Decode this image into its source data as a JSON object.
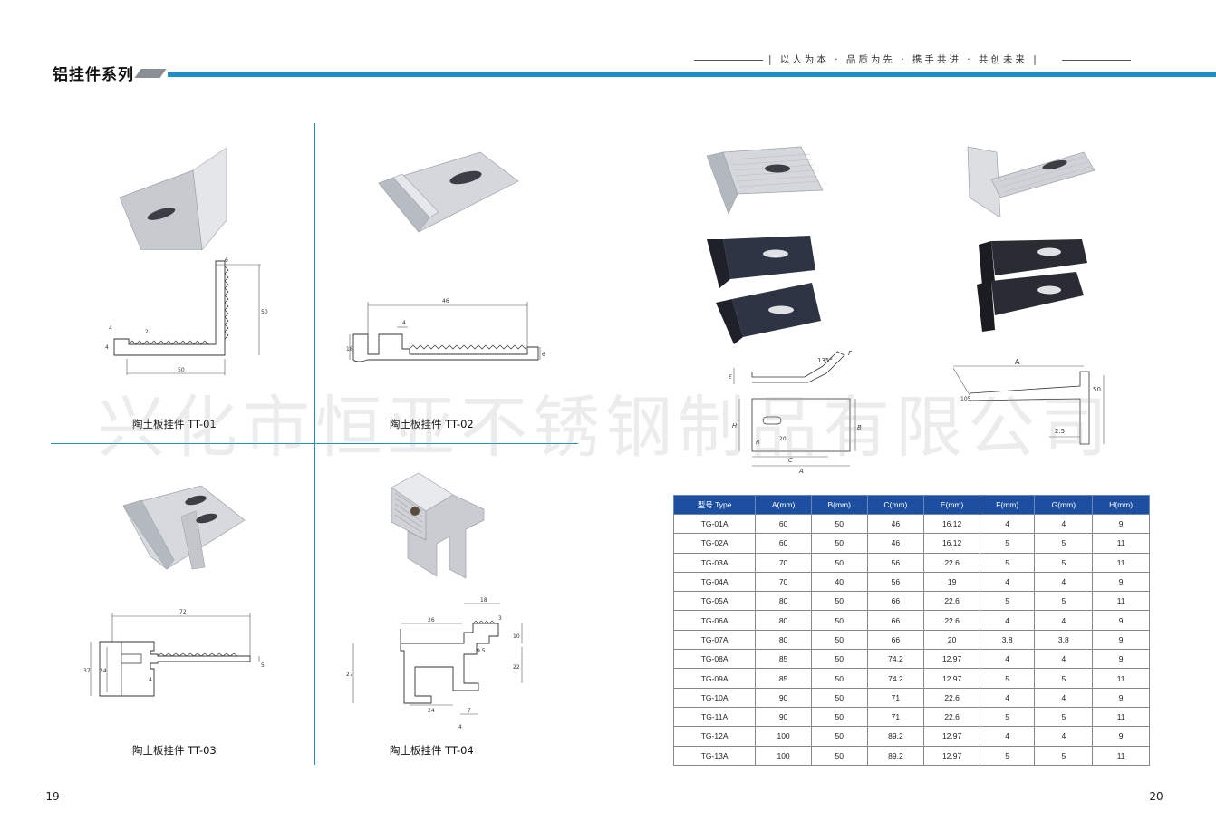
{
  "header": {
    "title": "铝挂件系列",
    "motto": "| 以人为本 · 品质为先 · 携手共进 · 共创未来 |"
  },
  "products": [
    {
      "id": "tt01",
      "caption": "陶土板挂件 TT-01"
    },
    {
      "id": "tt02",
      "caption": "陶土板挂件 TT-02"
    },
    {
      "id": "tt03",
      "caption": "陶土板挂件 TT-03"
    },
    {
      "id": "tt04",
      "caption": "陶土板挂件 TT-04"
    }
  ],
  "dims": {
    "tt01": {
      "top": "6",
      "height": "50",
      "base": "50",
      "tooth": "2",
      "left": "4",
      "left2": "4"
    },
    "tt02": {
      "len": "46",
      "tooth": "4",
      "left": "18",
      "right": "6"
    },
    "tt03": {
      "len": "72",
      "h1": "37",
      "h2": "24",
      "w": "4",
      "right": "5"
    },
    "tt04": {
      "top": "18",
      "w1": "26",
      "w2": "3",
      "w3": "9.5",
      "h1": "10",
      "h2": "22",
      "h3": "27",
      "w4": "24",
      "w5": "7",
      "w6": "4"
    },
    "tg_right": {
      "A": "A",
      "angle1": "135°",
      "E": "E",
      "F": "F"
    },
    "tg_left": {
      "A": "A",
      "H": "H",
      "C": "C",
      "E": "E",
      "R": "R",
      "B": "B",
      "dim1": "20"
    },
    "tg_right2": {
      "A": "A",
      "B": "50",
      "dim": "2.5",
      "ang": "105"
    }
  },
  "watermark": "兴化市恒亚不锈钢制品有限公司",
  "table": {
    "headers": [
      "型号 Type",
      "A(mm)",
      "B(mm)",
      "C(mm)",
      "E(mm)",
      "F(mm)",
      "G(mm)",
      "H(mm)"
    ],
    "rows": [
      [
        "TG-01A",
        "60",
        "50",
        "46",
        "16.12",
        "4",
        "4",
        "9"
      ],
      [
        "TG-02A",
        "60",
        "50",
        "46",
        "16.12",
        "5",
        "5",
        "11"
      ],
      [
        "TG-03A",
        "70",
        "50",
        "56",
        "22.6",
        "5",
        "5",
        "11"
      ],
      [
        "TG-04A",
        "70",
        "40",
        "56",
        "19",
        "4",
        "4",
        "9"
      ],
      [
        "TG-05A",
        "80",
        "50",
        "66",
        "22.6",
        "5",
        "5",
        "11"
      ],
      [
        "TG-06A",
        "80",
        "50",
        "66",
        "22.6",
        "4",
        "4",
        "9"
      ],
      [
        "TG-07A",
        "80",
        "50",
        "66",
        "20",
        "3.8",
        "3.8",
        "9"
      ],
      [
        "TG-08A",
        "85",
        "50",
        "74.2",
        "12.97",
        "4",
        "4",
        "9"
      ],
      [
        "TG-09A",
        "85",
        "50",
        "74.2",
        "12.97",
        "5",
        "5",
        "11"
      ],
      [
        "TG-10A",
        "90",
        "50",
        "71",
        "22.6",
        "4",
        "4",
        "9"
      ],
      [
        "TG-11A",
        "90",
        "50",
        "71",
        "22.6",
        "5",
        "5",
        "11"
      ],
      [
        "TG-12A",
        "100",
        "50",
        "89.2",
        "12.97",
        "4",
        "4",
        "9"
      ],
      [
        "TG-13A",
        "100",
        "50",
        "89.2",
        "12.97",
        "5",
        "5",
        "11"
      ]
    ]
  },
  "pages": {
    "left": "-19-",
    "right": "-20-"
  },
  "colors": {
    "accent": "#1b8fc9",
    "table_header": "#1d4fa0",
    "metal": "#c9ccd0",
    "black_part": "#2a2e38"
  }
}
